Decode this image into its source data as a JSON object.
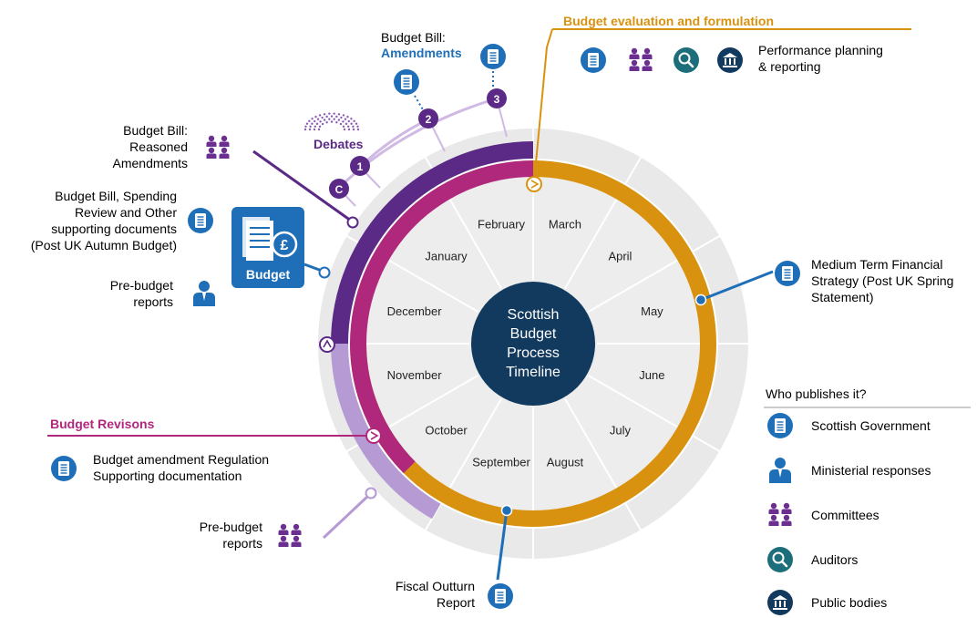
{
  "center": {
    "lines": [
      "Scottish",
      "Budget",
      "Process",
      "Timeline"
    ]
  },
  "months": [
    "January",
    "February",
    "March",
    "April",
    "May",
    "June",
    "July",
    "August",
    "September",
    "October",
    "November",
    "December"
  ],
  "sections": {
    "evaluation": "Budget evaluation and formulation",
    "revisions": "Budget Revisons"
  },
  "labels": {
    "amendments_1": "Budget Bill:",
    "amendments_2": "Amendments",
    "debates": "Debates",
    "stage_c": "C",
    "stage_1": "1",
    "stage_2": "2",
    "stage_3": "3",
    "reasoned": [
      "Budget Bill:",
      "Reasoned",
      "Amendments"
    ],
    "spending": [
      "Budget Bill, Spending",
      "Review and Other",
      "supporting documents",
      "(Post UK Autumn Budget)"
    ],
    "budget_doc": "Budget",
    "prebudget_top": [
      "Pre-budget",
      "reports"
    ],
    "performance": [
      "Performance planning",
      "& reporting"
    ],
    "mtfs": [
      "Medium Term Financial",
      "Strategy (Post UK Spring",
      "Statement)"
    ],
    "regulation": [
      "Budget amendment Regulation",
      "Supporting documentation"
    ],
    "prebudget_bottom": [
      "Pre-budget",
      "reports"
    ],
    "fiscal": [
      "Fiscal Outturn",
      "Report"
    ]
  },
  "legend": {
    "title": "Who publishes it?",
    "items": [
      {
        "label": "Scottish Government",
        "icon": "document-icon"
      },
      {
        "label": "Ministerial responses",
        "icon": "person-icon"
      },
      {
        "label": "Committees",
        "icon": "committee-icon"
      },
      {
        "label": "Auditors",
        "icon": "magnifier-icon"
      },
      {
        "label": "Public bodies",
        "icon": "building-icon"
      }
    ]
  },
  "colors": {
    "orange": "#d9920f",
    "purple_dark": "#5a2a86",
    "magenta": "#b0287c",
    "lilac": "#b59ad3",
    "gov_blue": "#1f6fb8",
    "navy": "#123a5e",
    "teal": "#1c6f7a",
    "committee_purple": "#6a2f8f",
    "grey_ring": "#e9e9e9",
    "grey_inner": "#ededed"
  }
}
